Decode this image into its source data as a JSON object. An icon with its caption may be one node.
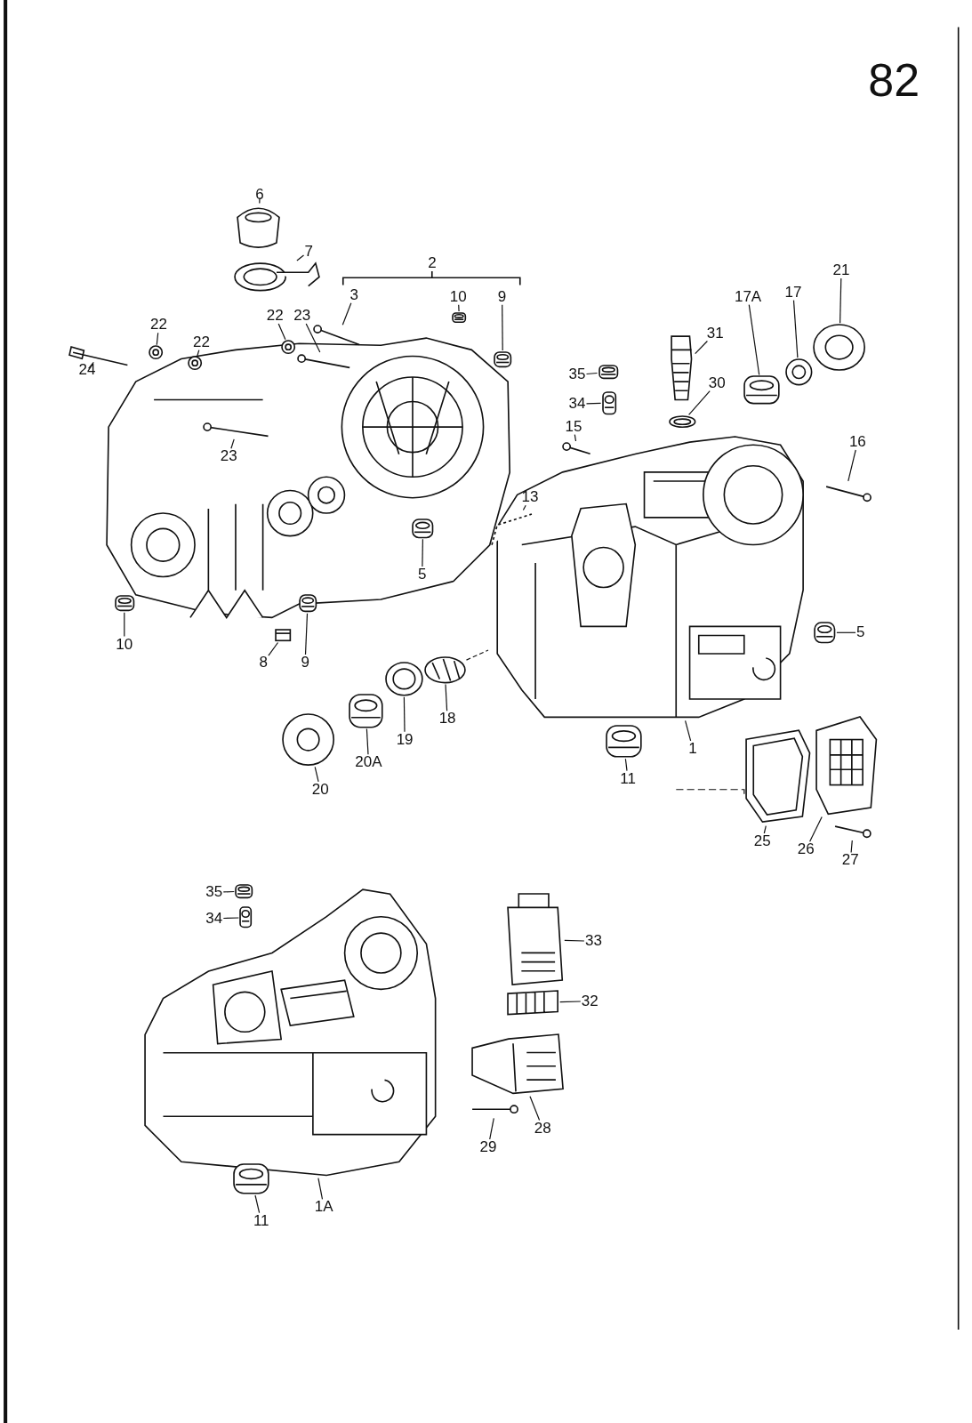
{
  "diagram": {
    "nodes": [
      {
        "text": [
          "6"
        ]
      },
      {
        "text": [
          "7"
        ]
      },
      {
        "text": [
          "3"
        ]
      },
      {
        "text": [
          "10"
        ]
      },
      {
        "text": [
          "9"
        ]
      },
      {
        "text": [
          "22"
        ]
      },
      {
        "text": [
          "23"
        ]
      },
      {
        "text": [
          "22"
        ]
      },
      {
        "text": [
          "22"
        ],
        "in": 43
      },
      {
        "text": [
          "24"
        ]
      },
      {
        "text": [
          "31"
        ]
      },
      {
        "text": [
          "35"
        ]
      },
      {
        "text": [
          "17A"
        ]
      },
      {
        "text": [
          "17"
        ]
      },
      {
        "text": [
          "21"
        ]
      },
      {
        "text": [
          "30"
        ]
      },
      {
        "text": [
          "34"
        ]
      },
      {
        "text": [
          "15"
        ]
      },
      {
        "text": [
          "16"
        ]
      },
      {
        "text": [
          "23"
        ],
        "in": 43
      },
      {
        "text": [
          "13"
        ],
        "in": 44
      },
      {
        "text": [
          "5"
        ],
        "in": 43
      },
      {
        "text": [
          "10"
        ]
      },
      {
        "text": [
          "5"
        ]
      },
      {
        "text": [
          "8"
        ]
      },
      {
        "text": [
          "9"
        ]
      },
      {
        "text": [
          "18"
        ]
      },
      {
        "text": [
          "19"
        ]
      },
      {
        "text": [
          "20A"
        ]
      },
      {
        "text": [
          "1"
        ]
      },
      {
        "text": [
          "11"
        ]
      },
      {
        "text": [
          "20"
        ]
      },
      {
        "text": [
          "25"
        ]
      },
      {
        "text": [
          "26"
        ]
      },
      {
        "text": [
          "27"
        ]
      },
      {
        "text": [
          "35"
        ],
        "in": 45
      },
      {
        "text": [
          "34"
        ],
        "in": 45
      },
      {
        "text": [
          "33"
        ]
      },
      {
        "text": [
          "32"
        ]
      },
      {
        "text": [
          "28"
        ]
      },
      {
        "text": [
          "29"
        ]
      },
      {
        "text": [
          "1A"
        ]
      },
      {
        "text": [
          "11"
        ]
      },
      {
        "text": [],
        "shape": "picture"
      },
      {
        "text": [],
        "shape": "picture"
      },
      {
        "text": [],
        "shape": "picture"
      },
      {
        "text": [],
        "shape": "picture"
      },
      {
        "text": [],
        "shape": "picture"
      },
      {
        "text": [],
        "shape": "picture"
      },
      {
        "text": [],
        "shape": "picture"
      },
      {
        "text": [],
        "shape": "picture",
        "in": 43
      },
      {
        "text": [],
        "shape": "picture"
      },
      {
        "text": [],
        "shape": "picture"
      },
      {
        "text": [],
        "shape": "picture"
      },
      {
        "text": [],
        "shape": "picture"
      },
      {
        "text": [],
        "shape": "picture"
      },
      {
        "text": [],
        "shape": "picture"
      },
      {
        "text": [],
        "shape": "picture"
      },
      {
        "text": [],
        "shape": "picture"
      },
      {
        "text": [],
        "shape": "picture"
      },
      {
        "text": [],
        "shape": "picture",
        "in": 44
      },
      {
        "text": [],
        "shape": "picture"
      },
      {
        "text": [],
        "shape": "picture",
        "in": 43
      },
      {
        "text": [],
        "shape": "picture",
        "in": 43
      },
      {
        "text": [],
        "shape": "picture"
      },
      {
        "text": [],
        "shape": "picture"
      },
      {
        "text": [],
        "shape": "picture",
        "in": 43
      },
      {
        "text": [],
        "shape": "picture"
      },
      {
        "text": [],
        "shape": "picture"
      },
      {
        "text": [],
        "shape": "picture"
      },
      {
        "text": [],
        "shape": "picture"
      },
      {
        "text": [],
        "shape": "picture"
      },
      {
        "text": [],
        "shape": "picture"
      },
      {
        "text": [],
        "shape": "picture"
      },
      {
        "text": [],
        "shape": "picture"
      },
      {
        "text": [],
        "shape": "picture",
        "in": 45
      },
      {
        "text": [],
        "shape": "picture",
        "in": 45
      },
      {
        "text": [],
        "shape": "picture"
      },
      {
        "text": [],
        "shape": "picture"
      },
      {
        "text": [],
        "shape": "picture"
      },
      {
        "text": [],
        "shape": "picture"
      },
      {
        "text": [],
        "shape": "picture"
      },
      {
        "text": [],
        "shape": "picture",
        "in": 43
      },
      {
        "text": [],
        "shape": "picture",
        "in": 43
      },
      {
        "text": [],
        "shape": "picture",
        "in": 44
      },
      {
        "text": [],
        "shape": "picture",
        "in": 43
      },
      {
        "text": [],
        "shape": "picture",
        "in": 43
      }
    ],
    "edges": [
      {
        "from": 0,
        "to": 46,
        "arrow": "none"
      },
      {
        "from": 1,
        "to": 47,
        "arrow": "none"
      },
      {
        "from": 2,
        "to": 48,
        "arrow": "none"
      },
      {
        "from": 3,
        "to": 49,
        "arrow": "none"
      },
      {
        "from": 4,
        "to": 50,
        "arrow": "none"
      },
      {
        "from": 5,
        "to": 85,
        "arrow": "none"
      },
      {
        "from": 6,
        "to": 86,
        "arrow": "none"
      },
      {
        "from": 7,
        "to": 51,
        "arrow": "none"
      },
      {
        "from": 8,
        "to": 82,
        "arrow": "none"
      },
      {
        "from": 9,
        "to": 52,
        "arrow": "none"
      },
      {
        "from": 10,
        "to": 53,
        "arrow": "none"
      },
      {
        "from": 11,
        "to": 54,
        "arrow": "none"
      },
      {
        "from": 12,
        "to": 55,
        "arrow": "none"
      },
      {
        "from": 13,
        "to": 56,
        "arrow": "none"
      },
      {
        "from": 14,
        "to": 57,
        "arrow": "none"
      },
      {
        "from": 15,
        "to": 58,
        "arrow": "none"
      },
      {
        "from": 16,
        "to": 59,
        "arrow": "none"
      },
      {
        "from": 17,
        "to": 60,
        "arrow": "none"
      },
      {
        "from": 18,
        "to": 61,
        "arrow": "none"
      },
      {
        "from": 19,
        "to": 83,
        "arrow": "none"
      },
      {
        "from": 20,
        "to": 84,
        "arrow": "none"
      },
      {
        "from": 21,
        "to": 62,
        "arrow": "none"
      },
      {
        "from": 22,
        "to": 63,
        "arrow": "none"
      },
      {
        "from": 23,
        "to": 64,
        "arrow": "none"
      },
      {
        "from": 24,
        "to": 65,
        "arrow": "none"
      },
      {
        "from": 25,
        "to": 66,
        "arrow": "none"
      },
      {
        "from": 26,
        "to": 67,
        "arrow": "none"
      },
      {
        "from": 27,
        "to": 68,
        "arrow": "none"
      },
      {
        "from": 28,
        "to": 69,
        "arrow": "none"
      },
      {
        "from": 29,
        "to": 44,
        "arrow": "none"
      },
      {
        "from": 30,
        "to": 70,
        "arrow": "none"
      },
      {
        "from": 31,
        "to": 71,
        "arrow": "none"
      },
      {
        "from": 32,
        "to": 72,
        "arrow": "none"
      },
      {
        "from": 33,
        "to": 73,
        "arrow": "none"
      },
      {
        "from": 34,
        "to": 74,
        "arrow": "none"
      },
      {
        "from": 35,
        "to": 75,
        "arrow": "none"
      },
      {
        "from": 36,
        "to": 76,
        "arrow": "none"
      },
      {
        "from": 37,
        "to": 77,
        "arrow": "none"
      },
      {
        "from": 38,
        "to": 78,
        "arrow": "none"
      },
      {
        "from": 39,
        "to": 79,
        "arrow": "none"
      },
      {
        "from": 40,
        "to": 80,
        "arrow": "none"
      },
      {
        "from": 41,
        "to": 45,
        "arrow": "none"
      },
      {
        "from": 42,
        "to": 81,
        "arrow": "none"
      },
      {
        "from": 67,
        "to": 44,
        "arrow": "none",
        "style": "dashed"
      }
    ],
    "labels": [
      "82",
      "2"
    ]
  }
}
